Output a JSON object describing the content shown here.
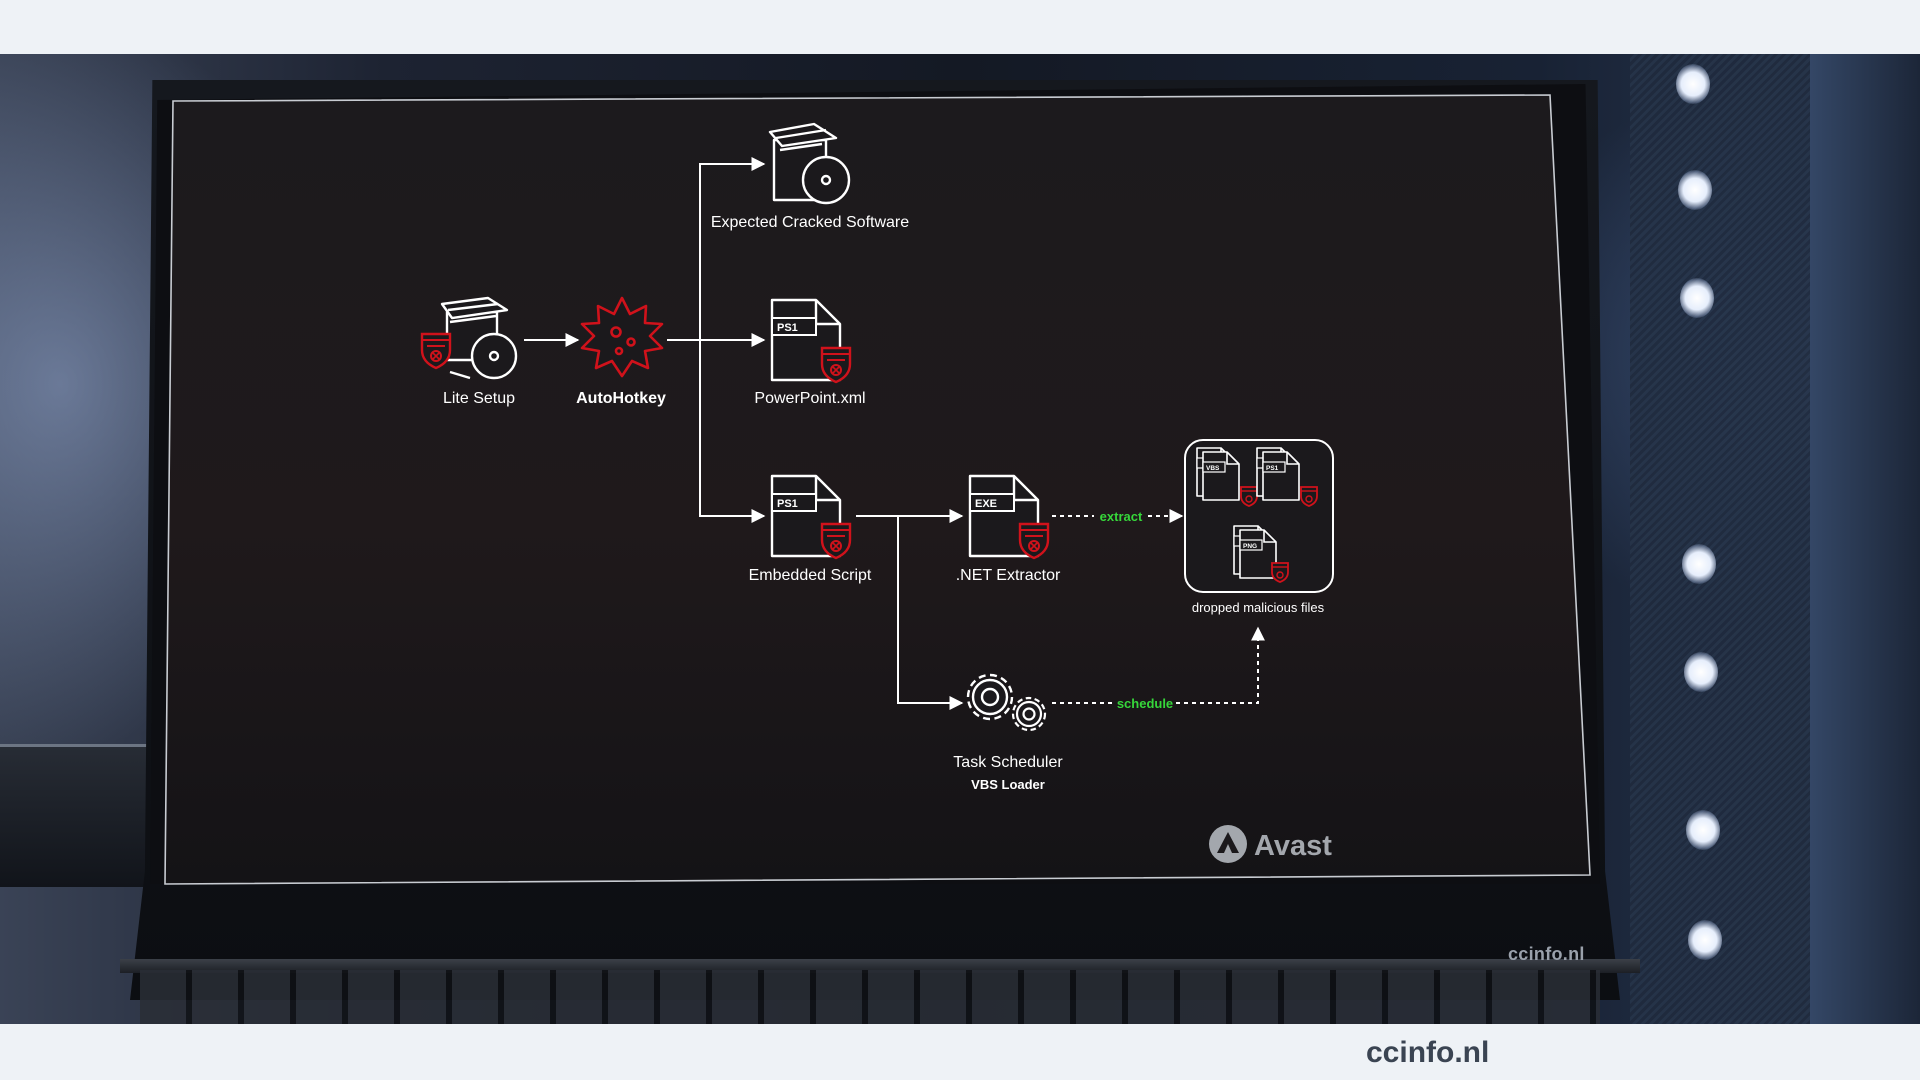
{
  "diagram": {
    "nodes": {
      "lite_setup": "Lite Setup",
      "autohotkey": "AutoHotkey",
      "cracked_software": "Expected Cracked Software",
      "powerpoint": "PowerPoint.xml",
      "embedded_script": "Embedded Script",
      "net_extractor": ".NET Extractor",
      "dropped_files": "dropped malicious files",
      "task_scheduler": "Task Scheduler",
      "vbs_loader": "VBS Loader"
    },
    "edges": {
      "extract": "extract",
      "schedule": "schedule"
    },
    "file_tags": {
      "ps1": "PS1",
      "exe": "EXE",
      "vbs": "VBS",
      "png": "PNG"
    },
    "brand": "Avast"
  },
  "watermarks": {
    "screen": "ccinfo.nl",
    "footer": "ccinfo.nl"
  },
  "colors": {
    "malicious_red": "#d0121b",
    "edge_label_green": "#36d63a",
    "screen_bg": "#1b191c",
    "page_bg": "#eef2f6"
  },
  "icons": [
    "software-box-icon",
    "virus-icon",
    "document-icon",
    "gear-icon",
    "shield-icon",
    "avast-logo-icon"
  ]
}
